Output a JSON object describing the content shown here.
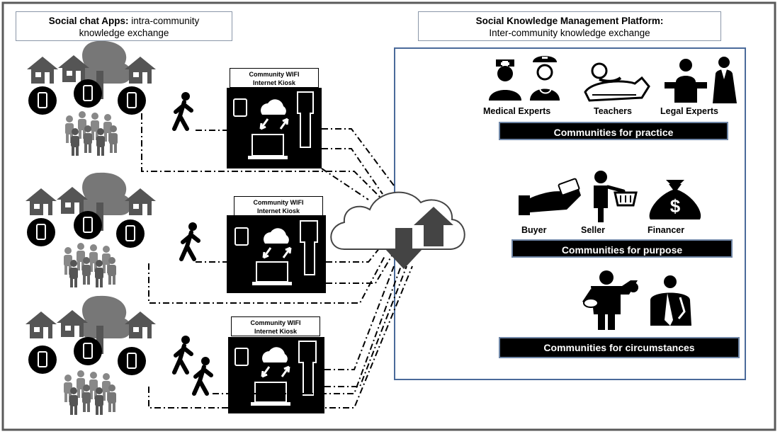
{
  "left_header": {
    "bold": "Social chat Apps:",
    "rest_line1": " intra-community",
    "line2": "knowledge exchange"
  },
  "right_header": {
    "line1": "Social Knowledge Management Platform:",
    "line2": "Inter-community  knowledge exchange"
  },
  "kiosks": [
    {
      "line1": "Community WIFI",
      "line2": "Internet Kiosk"
    },
    {
      "line1": "Community WIFI",
      "line2": "Internet Kiosk"
    },
    {
      "line1": "Community WIFI",
      "line2": "Internet Kiosk"
    }
  ],
  "practice": {
    "labels": [
      "Medical Experts",
      "Teachers",
      "Legal Experts"
    ],
    "bar": "Communities for practice"
  },
  "purpose": {
    "labels": [
      "Buyer",
      "Seller",
      "Financer"
    ],
    "bar": "Communities for purpose",
    "dollar": "$"
  },
  "circumstances": {
    "bar": "Communities for circumstances"
  },
  "icons": [
    "house-icon",
    "tree-icon",
    "phone-icon",
    "people-group-icon",
    "walking-person-icon",
    "cloud-icon",
    "tablet-icon",
    "laptop-icon",
    "kiosk-icon",
    "upload-arrow-icon",
    "download-arrow-icon",
    "nurse-icon",
    "teacher-icon",
    "judge-icon",
    "money-hand-icon",
    "shopping-basket-icon",
    "money-bag-icon",
    "worker-icon"
  ],
  "colors": {
    "frame": "#5a5a5a",
    "panel_border": "#4a6a9a",
    "header_border": "#8a96a8",
    "bar_border": "#6f86a6",
    "dark": "#000000",
    "mid_gray": "#555555",
    "light_gray": "#9a9a9a"
  }
}
